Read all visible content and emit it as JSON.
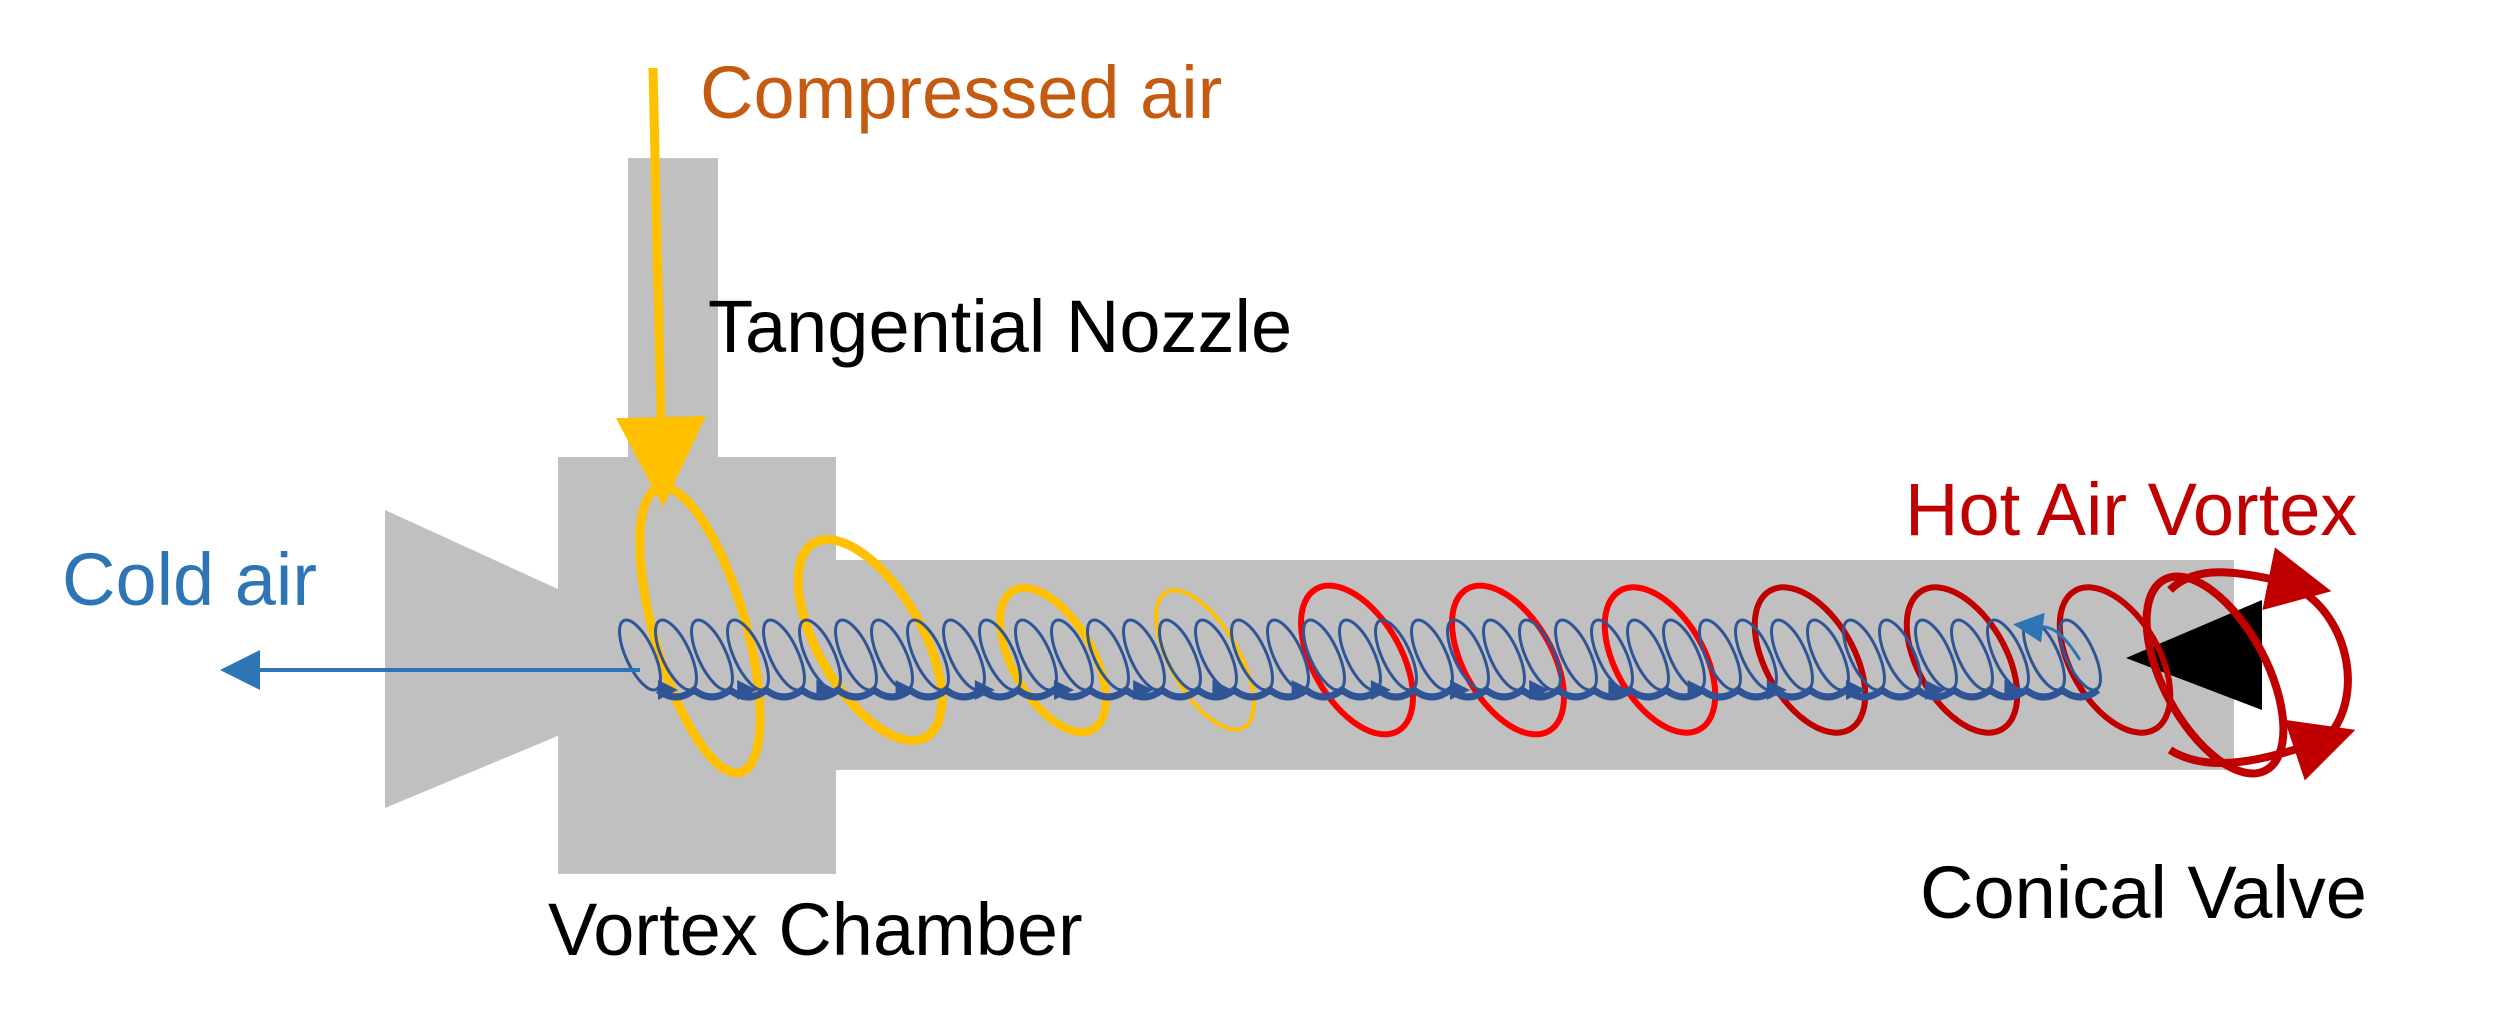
{
  "labels": {
    "compressed_air": "Compressed air",
    "tangential_nozzle": "Tangential Nozzle",
    "cold_air": "Cold air",
    "hot_air_vortex": "Hot Air Vortex",
    "vortex_chamber": "Vortex Chamber",
    "conical_valve": "Conical Valve"
  },
  "colors": {
    "body_gray": "#c0c0c0",
    "compressed_air": "#c55a11",
    "cold_air": "#2e75b6",
    "hot_air": "#c00000",
    "yellow_vortex": "#ffc000",
    "red_vortex": "#ff0000",
    "dark_red_vortex": "#c00000",
    "inner_blue_vortex": "#2f5597",
    "text": "#000000",
    "valve": "#000000"
  },
  "icons": {
    "valve": "cone-icon"
  }
}
